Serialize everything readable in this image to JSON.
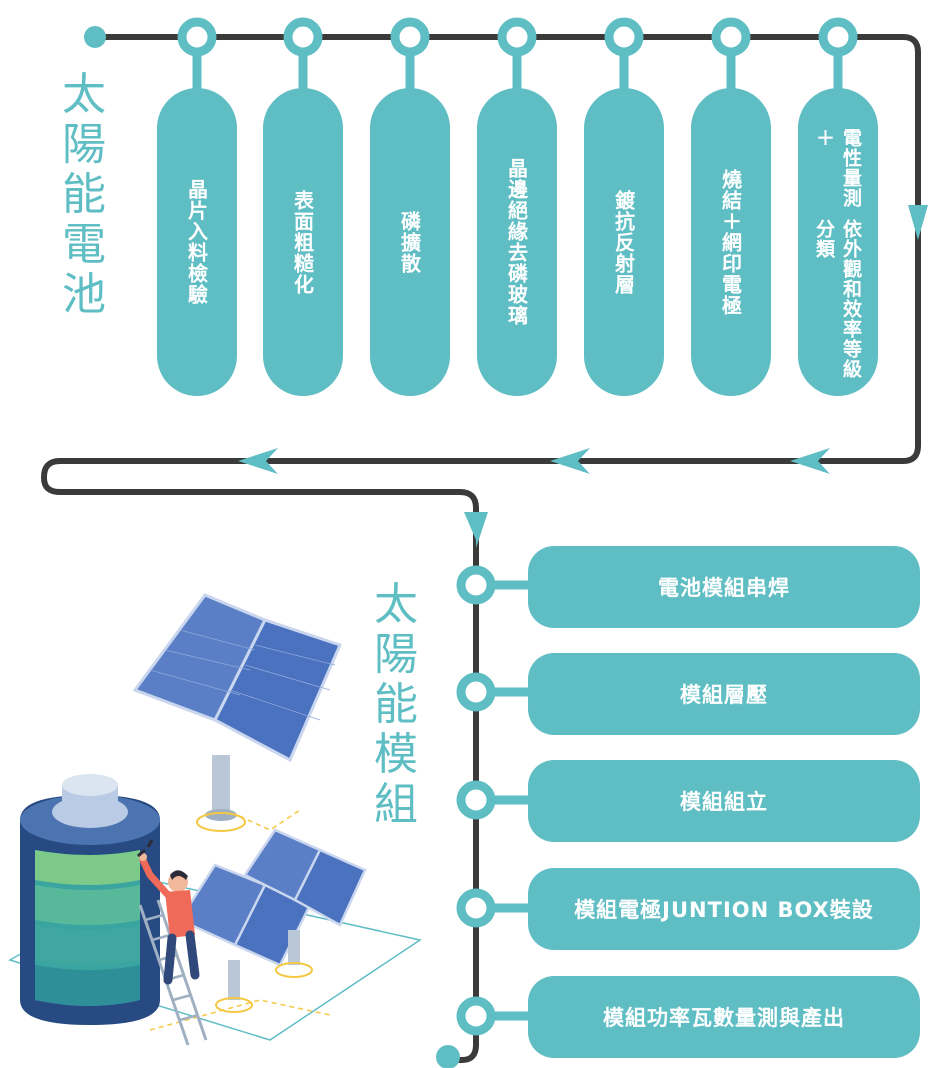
{
  "cell_section": {
    "title": "太陽能電池",
    "steps": [
      {
        "lines": [
          "晶片入料檢驗"
        ]
      },
      {
        "lines": [
          "表面粗糙化"
        ]
      },
      {
        "lines": [
          "磷擴散"
        ]
      },
      {
        "lines": [
          "晶邊絕緣去磷玻璃"
        ]
      },
      {
        "lines": [
          "鍍抗反射層"
        ]
      },
      {
        "lines": [
          "燒結＋網印電極"
        ]
      },
      {
        "lines": [
          "依外觀和效率等級分類",
          "電性量測＋"
        ]
      }
    ]
  },
  "module_section": {
    "title": "太陽能模組",
    "steps": [
      {
        "label": "電池模組串焊"
      },
      {
        "label": "模組層壓"
      },
      {
        "label": "模組組立"
      },
      {
        "label": "模組電極JUNTION BOX裝設"
      },
      {
        "label": "模組功率瓦數量測與產出"
      }
    ]
  },
  "colors": {
    "accent": "#5fbec4",
    "line": "#3a3a3a",
    "panel_blue": "#3d6bb3",
    "battery_navy": "#274a82"
  }
}
